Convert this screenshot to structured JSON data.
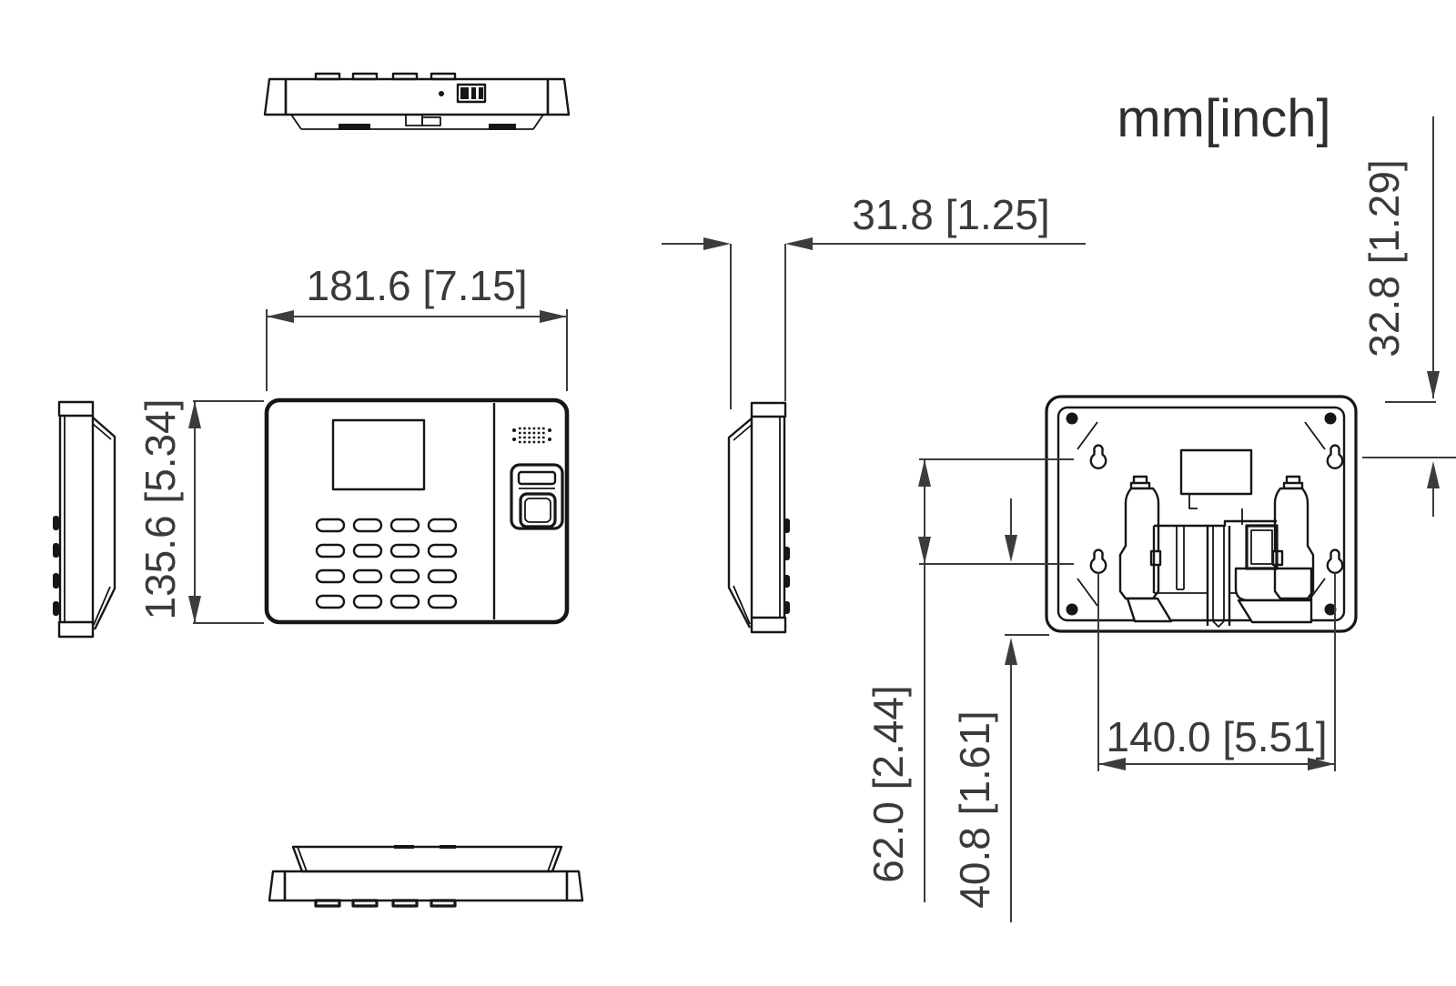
{
  "units_label": "mm[inch]",
  "dimensions": {
    "front_width": "181.6 [7.15]",
    "front_height": "135.6 [5.34]",
    "depth": "31.8 [1.25]",
    "top_to_hole": "32.8 [1.29]",
    "hole_spacing_vertical": "62.0 [2.44]",
    "hole_to_bottom": "40.8 [1.61]",
    "hole_spacing_horizontal": "140.0 [5.51]"
  },
  "colors": {
    "line": "#161616",
    "dimension": "#3c3c3c",
    "background": "#ffffff"
  }
}
